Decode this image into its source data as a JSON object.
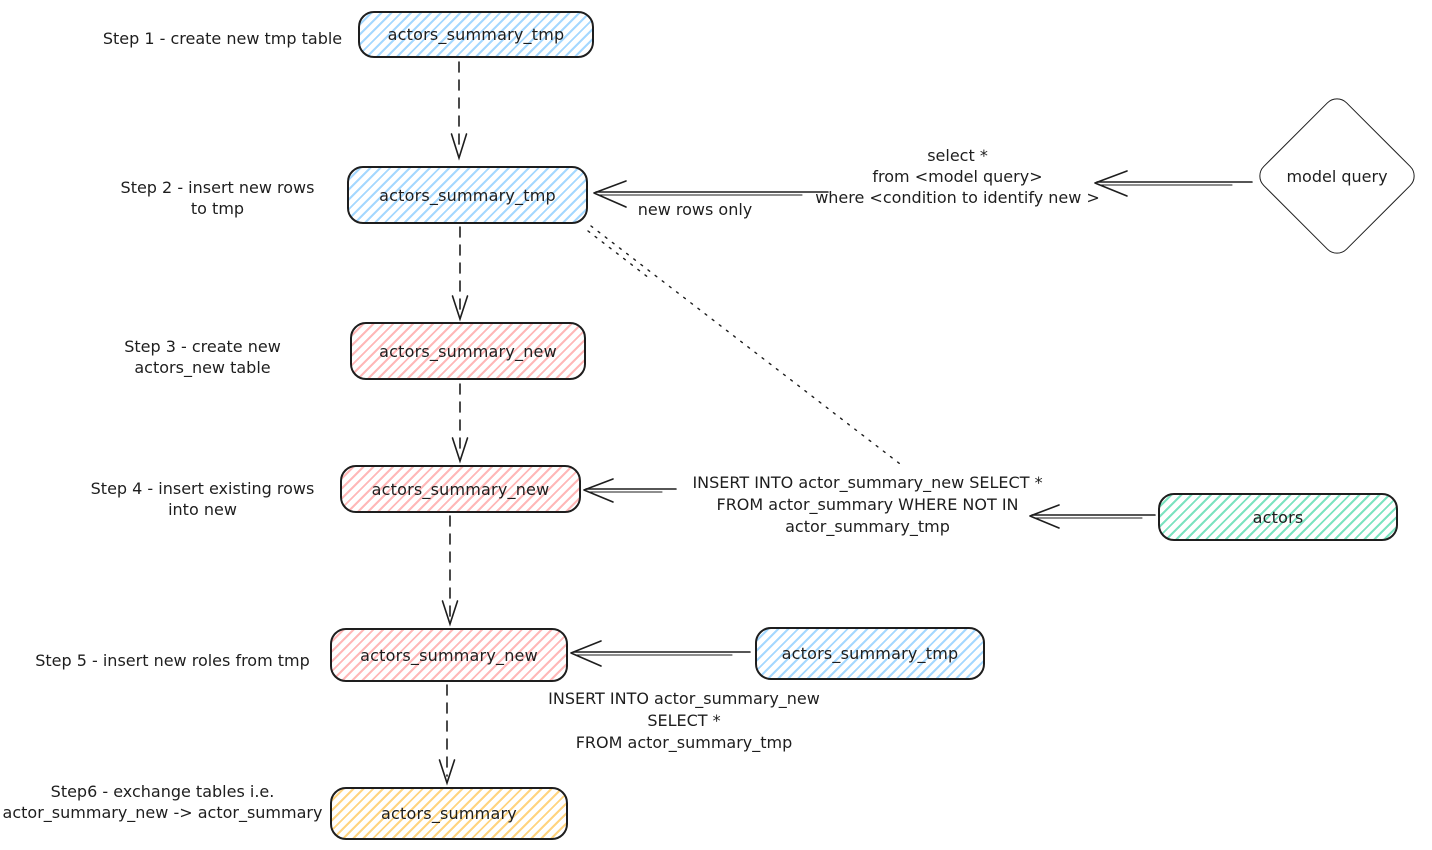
{
  "diagram": {
    "title_hint": "table exchange flow",
    "colors": {
      "stroke": "#1e1e1e",
      "blue_fill": "#a5d8ff",
      "red_fill": "#ffb8b8",
      "green_fill": "#7ce3c0",
      "yellow_fill": "#ffd480"
    },
    "steps": {
      "step1": {
        "label": "Step 1 - create new tmp table",
        "box": "actors_summary_tmp"
      },
      "step2": {
        "label": "Step 2 - insert new rows\nto tmp",
        "box": "actors_summary_tmp"
      },
      "step3": {
        "label": "Step 3 - create new\nactors_new table",
        "box": "actors_summary_new"
      },
      "step4": {
        "label": "Step 4 - insert existing rows\ninto new",
        "box": "actors_summary_new"
      },
      "step5": {
        "label": "Step 5 - insert new roles from tmp",
        "box": "actors_summary_new"
      },
      "step6": {
        "label": "Step6 - exchange tables i.e.\nactor_summary_new -> actor_summary",
        "box": "actors_summary"
      }
    },
    "side_nodes": {
      "model_query": "model query",
      "actors": "actors",
      "actors_summary_tmp": "actors_summary_tmp"
    },
    "annotations": {
      "new_rows_only": "new rows only",
      "select_query": "select *\nfrom <model query>\nwhere <condition to identify new >",
      "insert_query_1": "INSERT INTO actor_summary_new SELECT *\nFROM actor_summary WHERE NOT IN\nactor_summary_tmp",
      "insert_query_2": "INSERT INTO actor_summary_new\nSELECT *\nFROM actor_summary_tmp"
    }
  }
}
